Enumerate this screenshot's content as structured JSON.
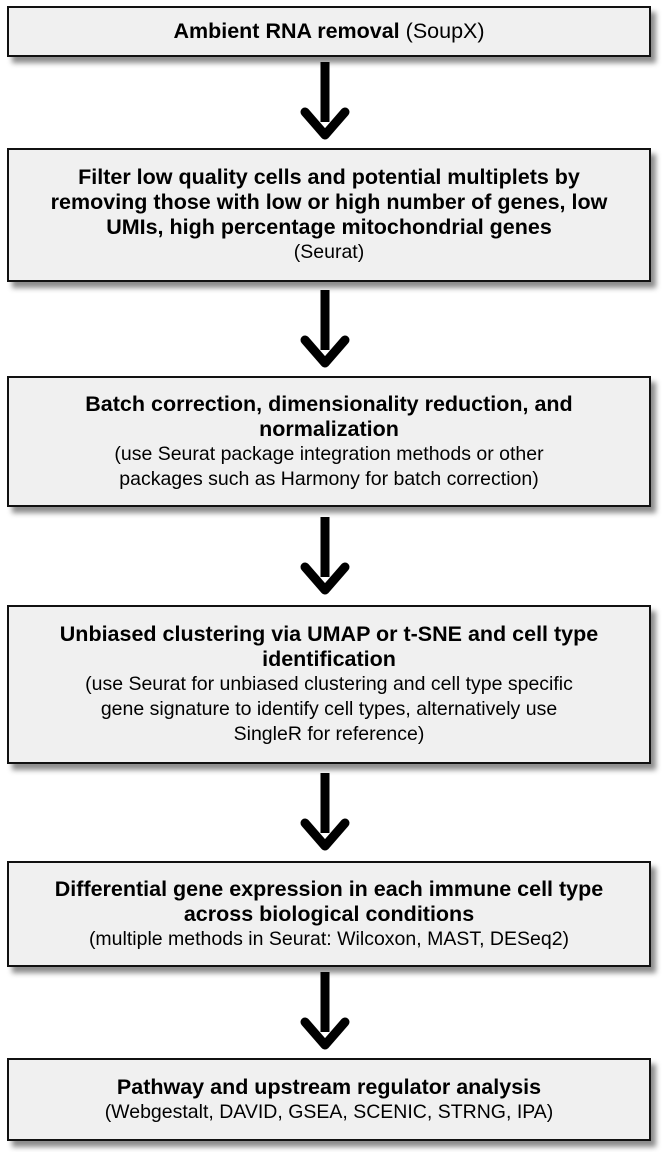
{
  "steps": [
    {
      "title": "Ambient RNA removal",
      "tool": "(SoupX)"
    },
    {
      "title_lines": [
        "Filter low quality cells and potential multiplets by",
        "removing those with low or high number of genes, low",
        "UMIs, high percentage mitochondrial genes"
      ],
      "note_lines": [
        "(Seurat)"
      ]
    },
    {
      "title_lines": [
        "Batch correction, dimensionality reduction, and",
        "normalization"
      ],
      "note_lines": [
        "(use Seurat package integration methods or other",
        "packages such as Harmony for batch correction)"
      ]
    },
    {
      "title_lines": [
        "Unbiased clustering via UMAP or t-SNE  and cell type",
        "identification"
      ],
      "note_lines": [
        "(use Seurat for unbiased clustering and cell type specific",
        "gene signature to identify cell types, alternatively use",
        "SingleR for reference)"
      ]
    },
    {
      "title_lines": [
        "Differential gene expression in each immune cell type",
        "across biological conditions"
      ],
      "note_lines": [
        "(multiple methods in Seurat: Wilcoxon, MAST, DESeq2)"
      ]
    },
    {
      "title_lines": [
        "Pathway and upstream regulator analysis"
      ],
      "note_lines": [
        "(Webgestalt, DAVID, GSEA, SCENIC, STRNG, IPA)"
      ]
    }
  ],
  "colors": {
    "box_fill": "#f0f0f0",
    "box_border": "#111111",
    "arrow": "#000000"
  }
}
